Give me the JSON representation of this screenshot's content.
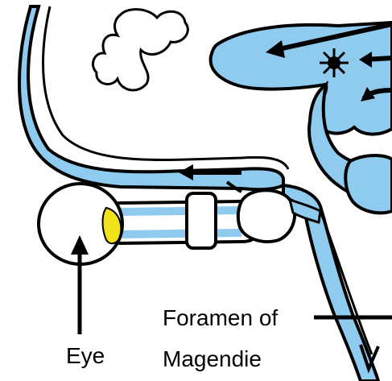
{
  "labels": {
    "eye": "Eye",
    "foramen_line1": "Foramen of",
    "foramen_line2": "Magendie"
  },
  "colors": {
    "csf_blue": "#8ecbee",
    "outline": "#000000",
    "lens_yellow": "#f2e21c",
    "background": "#ffffff"
  },
  "icons": {
    "star": "star-icon"
  }
}
